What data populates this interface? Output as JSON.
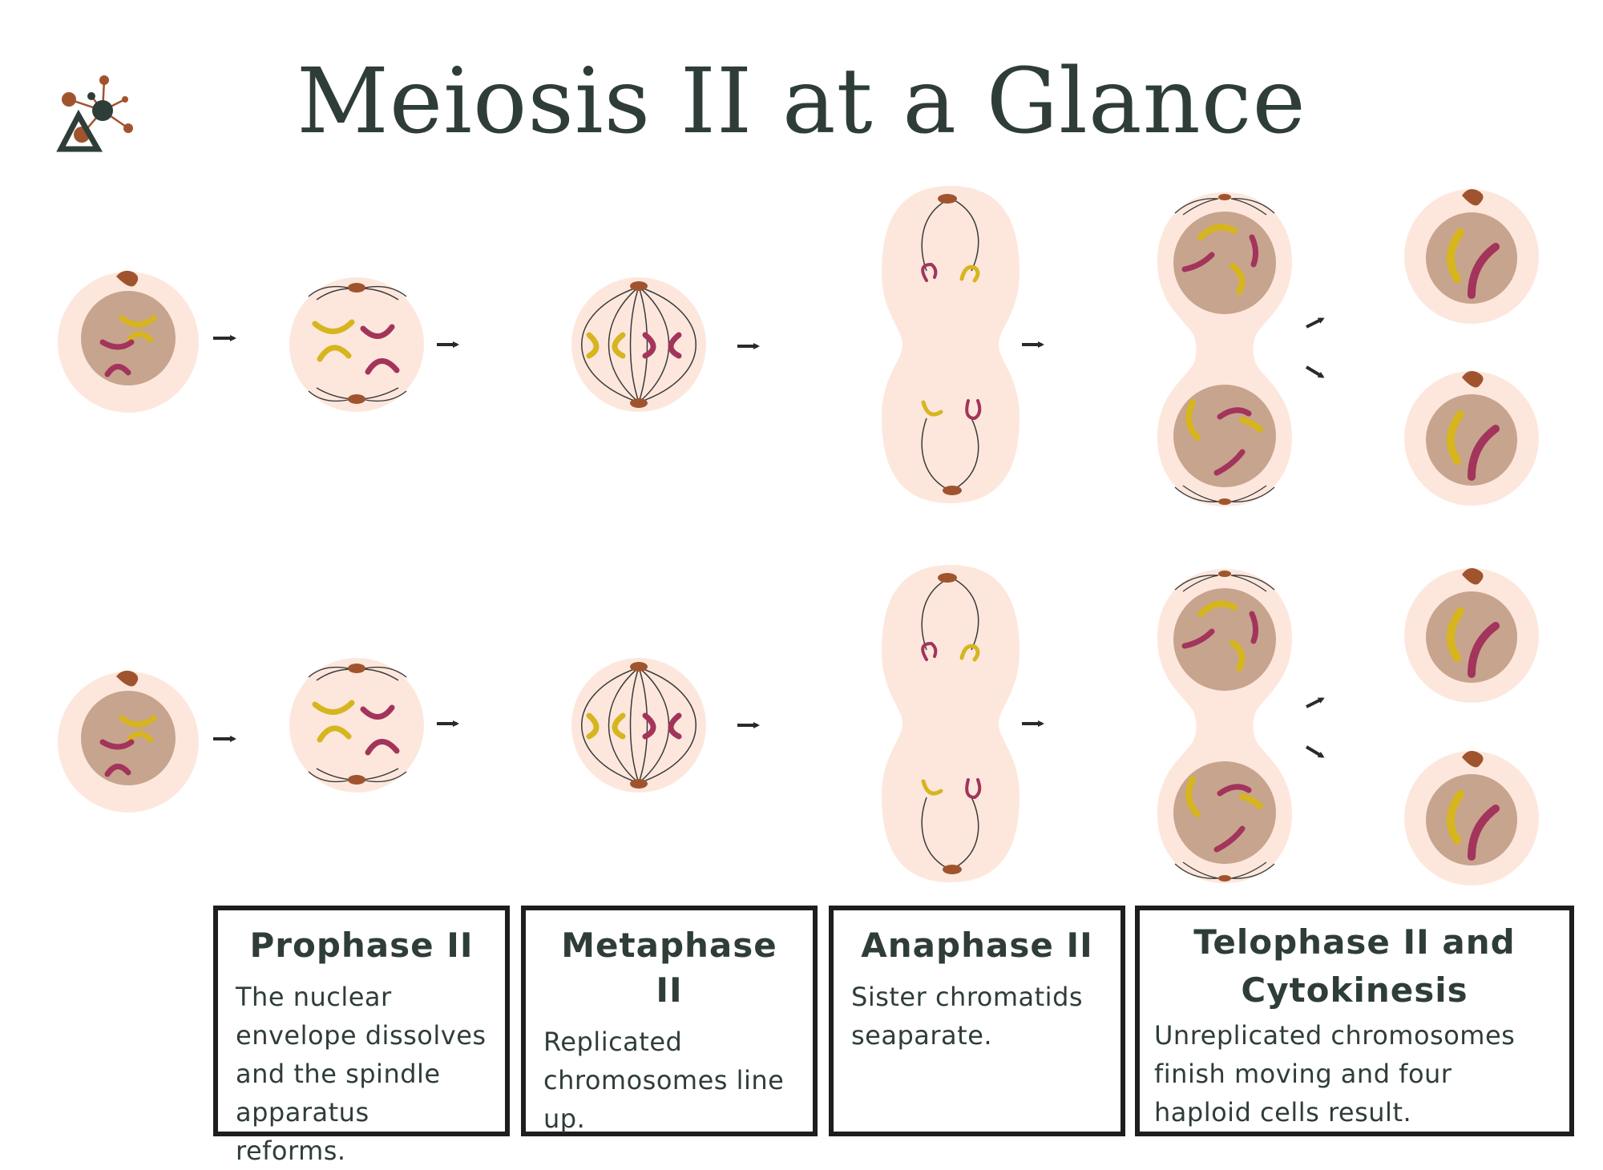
{
  "title": "Meiosis II at a Glance",
  "logo": {
    "icon": "network-triangle-logo"
  },
  "colors": {
    "cytoplasm": "#fde7dc",
    "nucleus": "#c7a48e",
    "centrosome": "#a0542e",
    "chromosome_yellow": "#d6b51f",
    "chromosome_magenta": "#a3345b",
    "spindle": "#3a3a3a",
    "text": "#2f3d38"
  },
  "rows": [
    {
      "stages": [
        "interphase-cell",
        "prophase-ii-cell",
        "metaphase-ii-cell",
        "anaphase-ii-cell",
        "telophase-ii-cell",
        "daughter-cells"
      ]
    },
    {
      "stages": [
        "interphase-cell",
        "prophase-ii-cell",
        "metaphase-ii-cell",
        "anaphase-ii-cell",
        "telophase-ii-cell",
        "daughter-cells"
      ]
    }
  ],
  "phases": [
    {
      "title": "Prophase II",
      "description": "The nuclear envelope dissolves and the spindle apparatus reforms."
    },
    {
      "title": "Metaphase II",
      "description": "Replicated chromosomes line up."
    },
    {
      "title": "Anaphase II",
      "description": "Sister chromatids seaparate."
    },
    {
      "title": "Telophase II and Cytokinesis",
      "description": "Unreplicated chromosomes finish moving and four haploid cells result."
    }
  ]
}
